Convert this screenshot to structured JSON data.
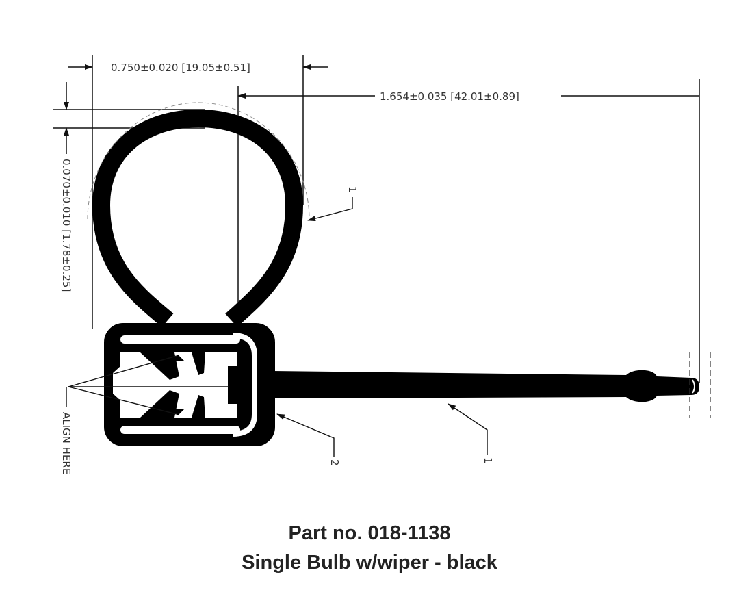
{
  "dimensions": {
    "width_bulb": "0.750±0.020 [19.05±0.51]",
    "overall_length": "1.654±0.035 [42.01±0.89]",
    "wall_thickness": "0.070±0.010 [1.78±0.25]"
  },
  "callouts": {
    "bulb_material": "1",
    "clip_material": "2",
    "wiper_material": "1",
    "align_note": "ALIGN HERE"
  },
  "caption": {
    "part_number": "Part no. 018-1138",
    "description": "Single Bulb w/wiper - black"
  },
  "colors": {
    "profile": "#000000",
    "lines": "#111111",
    "background": "#ffffff"
  }
}
